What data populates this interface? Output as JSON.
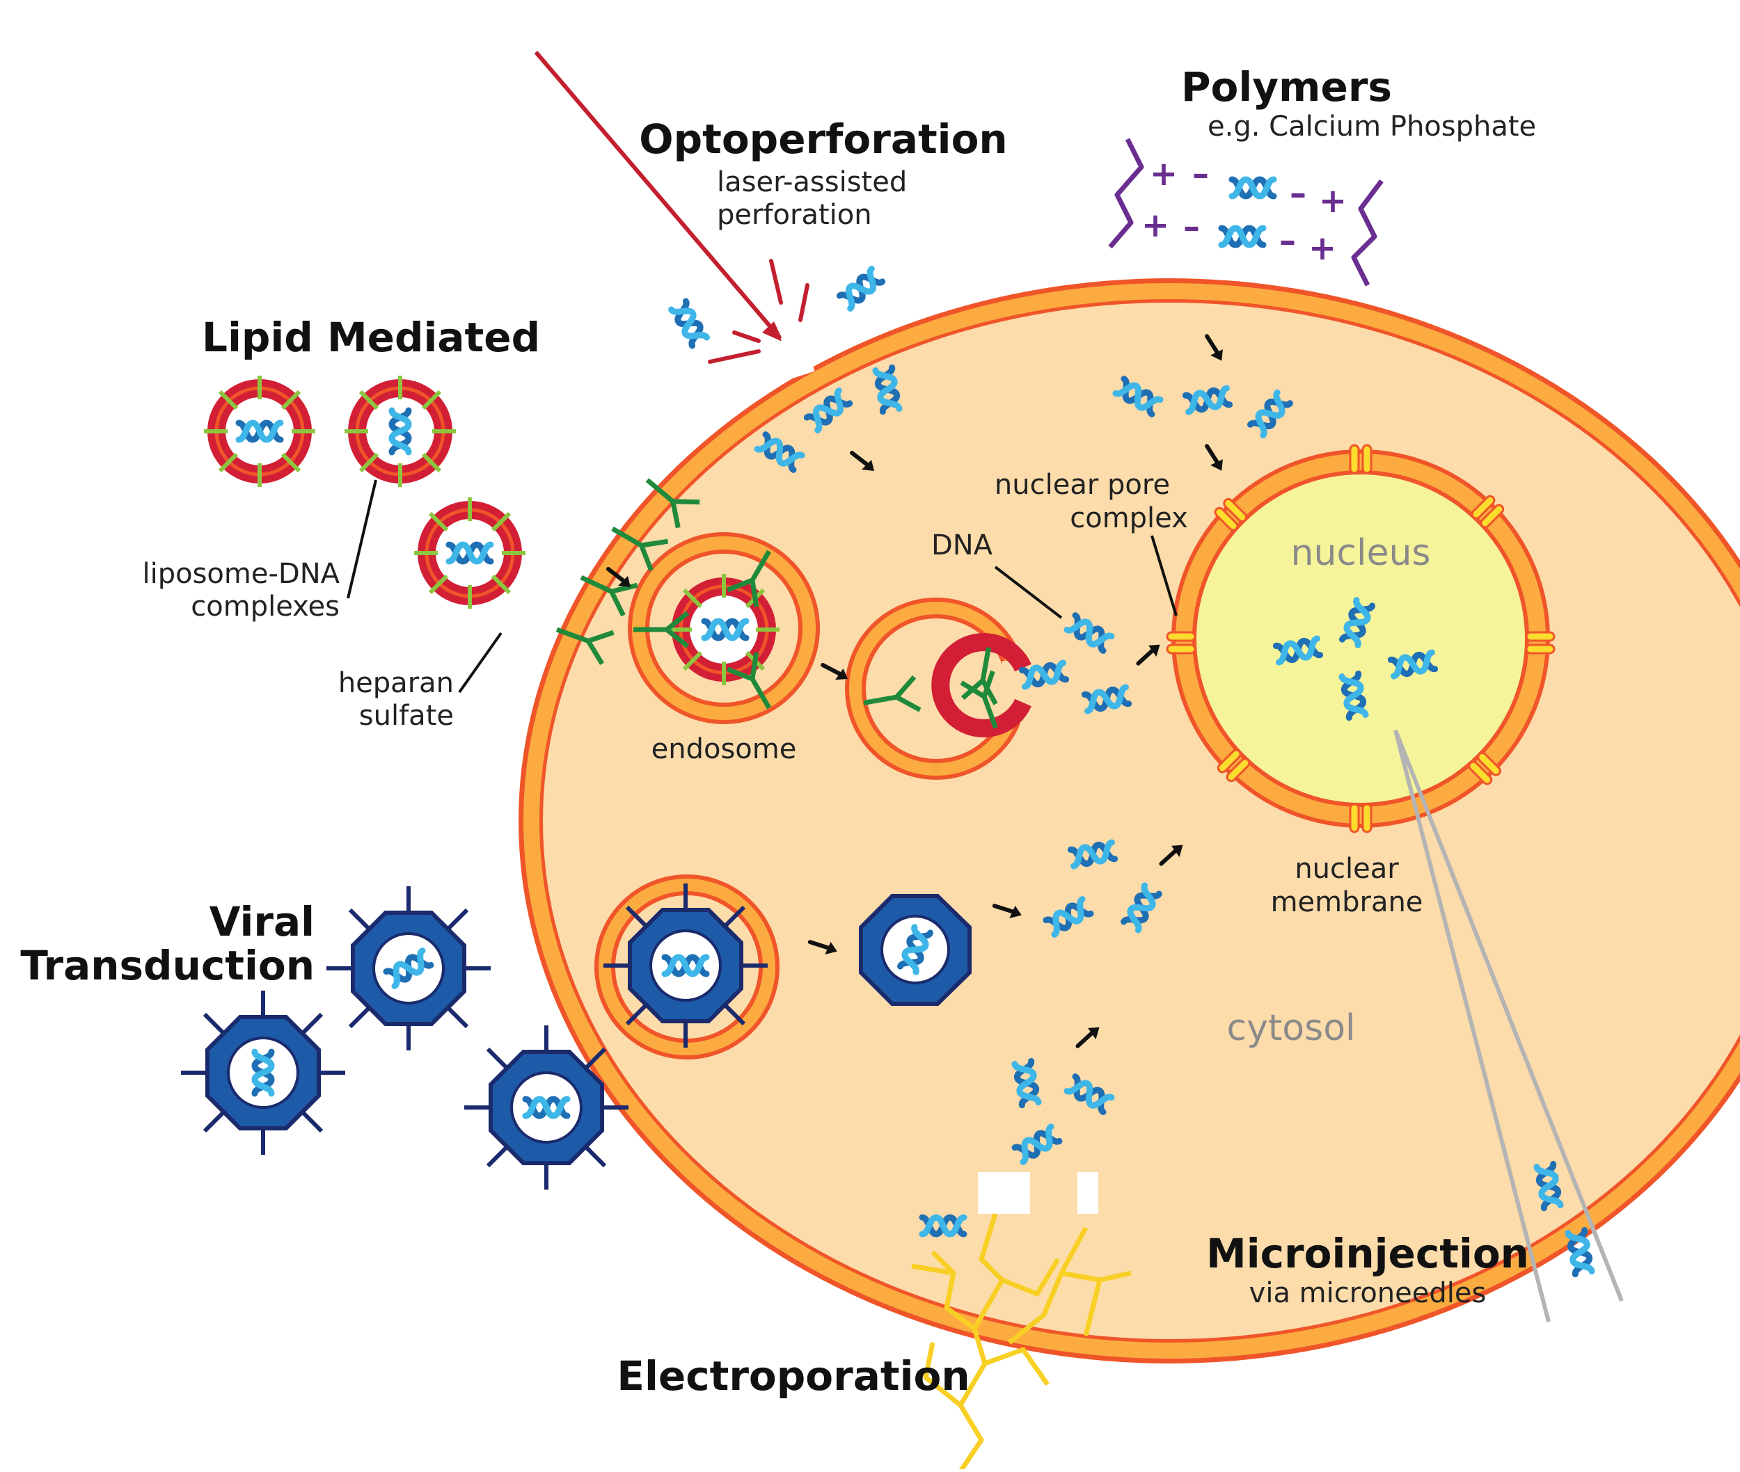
{
  "methods": {
    "optoperforation": {
      "title": "Optoperforation",
      "subtitle_line1": "laser-assisted",
      "subtitle_line2": "perforation"
    },
    "polymers": {
      "title": "Polymers",
      "subtitle": "e.g. Calcium Phosphate"
    },
    "lipid": {
      "title": "Lipid Mediated"
    },
    "viral": {
      "title_line1": "Viral",
      "title_line2": "Transduction"
    },
    "microinjection": {
      "title": "Microinjection",
      "subtitle": "via microneedles"
    },
    "electroporation": {
      "title": "Electroporation"
    }
  },
  "labels": {
    "liposome_line1": "liposome-DNA",
    "liposome_line2": "complexes",
    "heparan_line1": "heparan",
    "heparan_line2": "sulfate",
    "endosome": "endosome",
    "dna": "DNA",
    "pore_line1": "nuclear pore",
    "pore_line2": "complex",
    "nucleus": "nucleus",
    "nuclear_membrane_line1": "nuclear",
    "nuclear_membrane_line2": "membrane",
    "cytosol": "cytosol"
  },
  "charges": {
    "plus": "+",
    "minus": "–"
  },
  "colors": {
    "membrane_outer": "#f0552a",
    "membrane_fill": "#fbab3f",
    "cytoplasm": "#fddcab",
    "nucleus": "#f6f49a",
    "dna_dark": "#1f6fb4",
    "dna_light": "#3fb6e8",
    "liposome": "#d21f35",
    "heparan": "#1f8a3b",
    "virus": "#1d5ba8",
    "laser": "#c41f2e",
    "polymer": "#6a2e91",
    "lightning": "#f8cf24",
    "needle": "#b4b4b4",
    "pore": "#fcdc2d"
  },
  "icons": [
    "dna-helix-icon",
    "liposome-icon",
    "virus-capsid-icon",
    "heparan-sulfate-icon",
    "lightning-icon",
    "microneedle-icon",
    "laser-beam-icon",
    "arrow-icon"
  ]
}
